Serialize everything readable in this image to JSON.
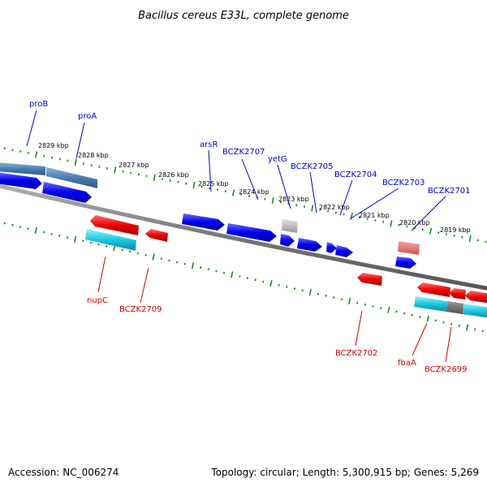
{
  "title": "Bacillus cereus E33L, complete genome",
  "footer": {
    "accession": "Accession: NC_006274",
    "summary": "Topology: circular; Length: 5,300,915 bp; Genes: 5,269"
  },
  "colors": {
    "forward_gene": "#0000ee",
    "reverse_gene": "#ee0000",
    "forward_operon": "#4a7fb0",
    "reverse_operon": "#19c8e0",
    "rna_gray": "#bfbfbf",
    "pseudo_red": "#e07070",
    "backbone": "#777777",
    "tick_green": "#1a8c1a"
  },
  "scale_labels": [
    "2829 kbp",
    "2828 kbp",
    "2827 kbp",
    "2826 kbp",
    "2825 kbp",
    "2824 kbp",
    "2823 kbp",
    "2822 kbp",
    "2821 kbp",
    "2820 kbp",
    "2819 kbp"
  ],
  "top_gene_labels": [
    "proB",
    "proA",
    "arsR",
    "BCZK2707",
    "yetG",
    "BCZK2705",
    "BCZK2704",
    "BCZK2703",
    "BCZK2701"
  ],
  "bottom_gene_labels": [
    "nupC",
    "BCZK2709",
    "BCZK2702",
    "fbaA",
    "BCZK2699"
  ]
}
